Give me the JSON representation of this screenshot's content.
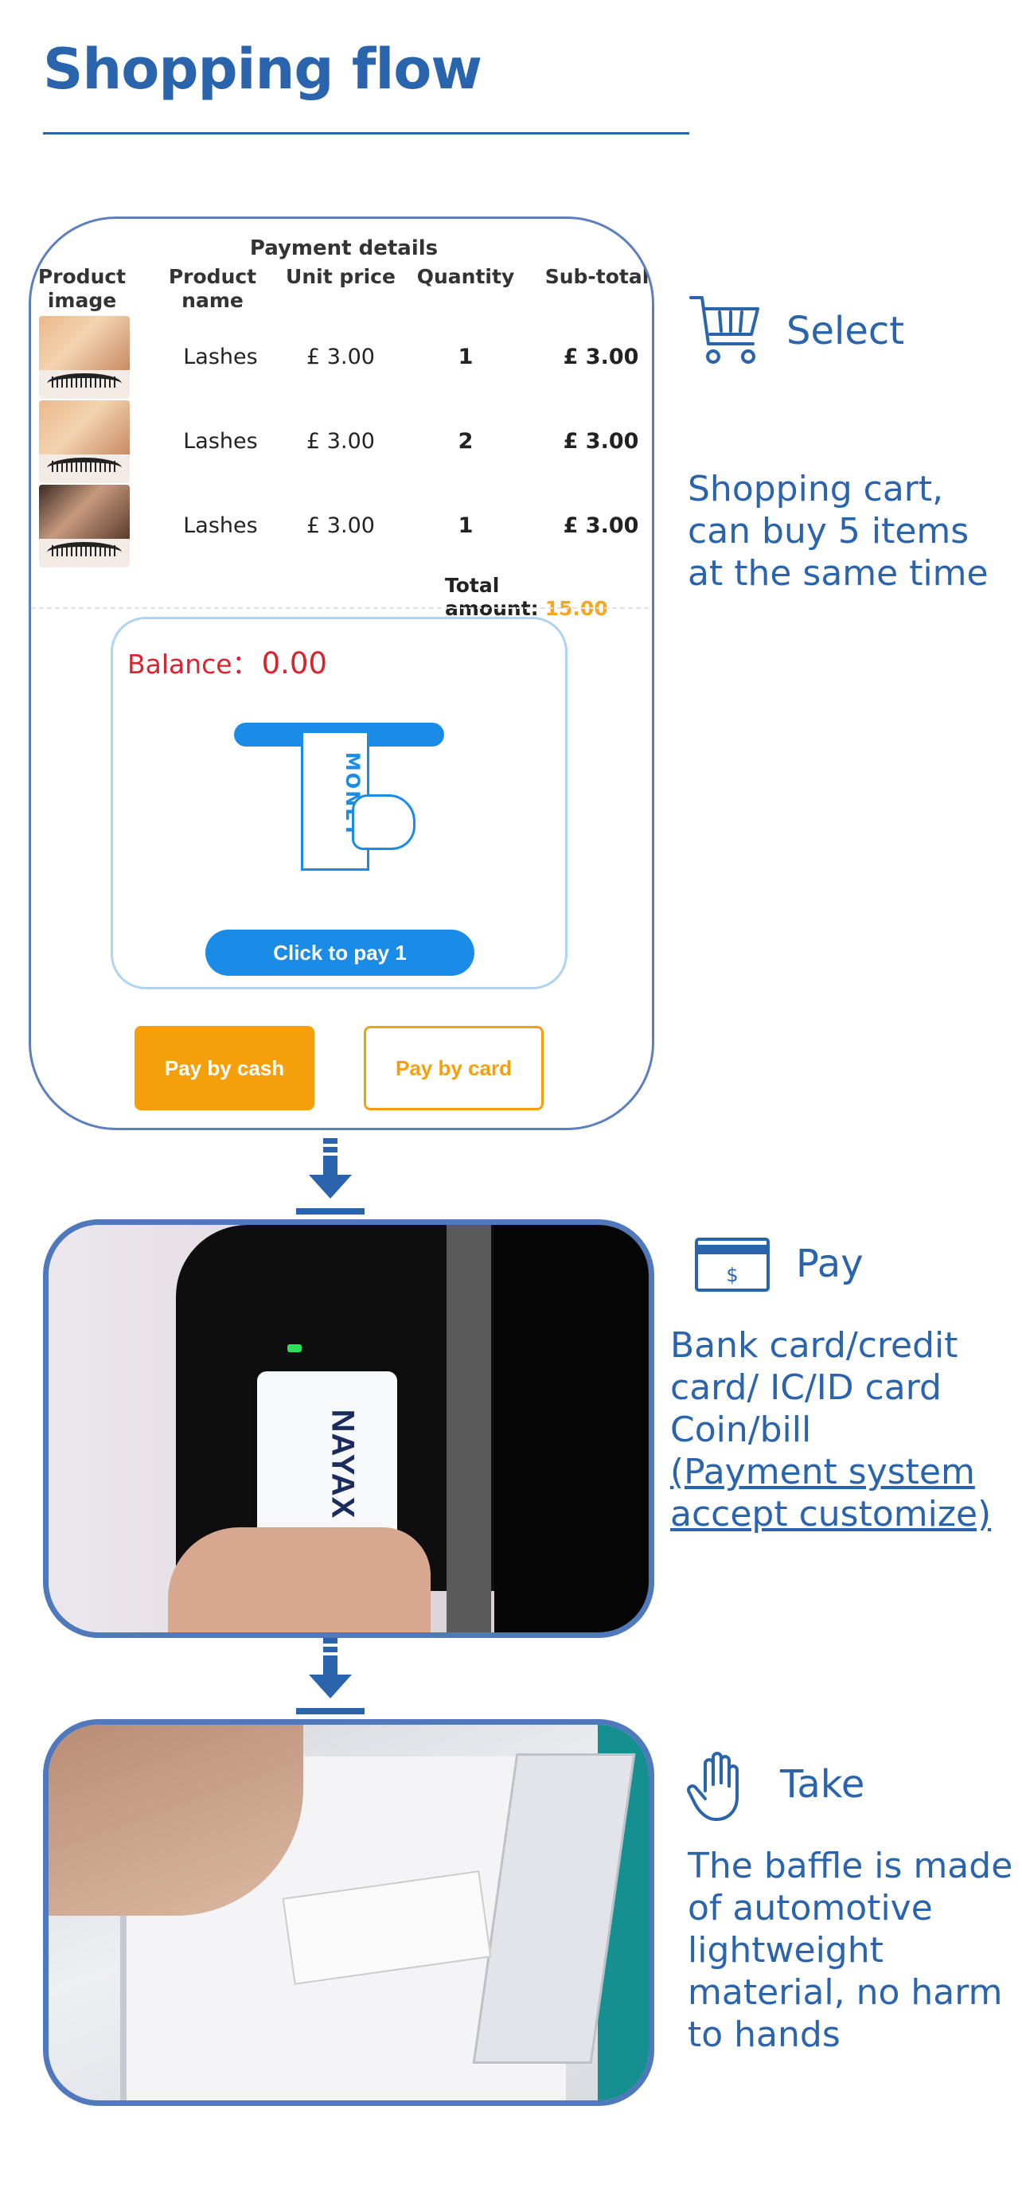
{
  "page": {
    "title": "Shopping flow"
  },
  "cart": {
    "header_title": "Payment details",
    "columns": [
      "Product image",
      "Product name",
      "Unit price",
      "Quantity",
      "Sub-total"
    ],
    "rows": [
      {
        "name": "Lashes",
        "unit_price": "£ 3.00",
        "quantity": "1",
        "subtotal": "£ 3.00"
      },
      {
        "name": "Lashes",
        "unit_price": "£ 3.00",
        "quantity": "2",
        "subtotal": "£ 3.00"
      },
      {
        "name": "Lashes",
        "unit_price": "£ 3.00",
        "quantity": "1",
        "subtotal": "£ 3.00"
      }
    ],
    "total_label": "Total amount:",
    "total_value": "15.00",
    "balance_label": "Balance：",
    "balance_value": "0.00",
    "bill_text": "MONEY",
    "click_to_pay": "Click to pay 1",
    "pay_cash": "Pay by cash",
    "pay_card": "Pay by card",
    "accent_color": "#f5a00b",
    "primary_color": "#1a8be6"
  },
  "steps": {
    "select": {
      "title": "Select",
      "icon": "shopping-cart-icon",
      "text": "Shopping cart, can buy 5 items at the same time"
    },
    "pay": {
      "title": "Pay",
      "icon": "payment-card-icon",
      "text_line1": "Bank card/credit card/ IC/ID card",
      "text_line2": "Coin/bill",
      "text_underlined": "(Payment system accept customize)",
      "card_text": "NAYAX"
    },
    "take": {
      "title": "Take",
      "icon": "hand-icon",
      "text": "The baffle is made of automotive lightweight material, no harm to hands"
    }
  },
  "colors": {
    "brand": "#2a64ad",
    "frame": "#4f78bd"
  }
}
